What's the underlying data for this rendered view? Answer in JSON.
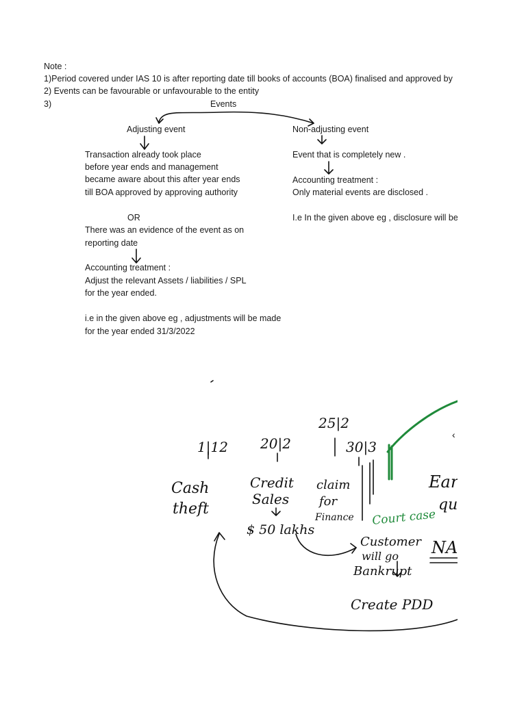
{
  "note": {
    "heading": "Note :",
    "point1": "1)Period covered under IAS 10 is after reporting date till books of accounts (BOA) finalised and approved by",
    "point2": "2) Events can be favourable or unfavourable to the entity",
    "point3_marker": "3)"
  },
  "events": {
    "title": "Events",
    "adjusting": {
      "heading": "Adjusting event",
      "lines": [
        "Transaction already took place",
        "before year ends and management",
        "became aware about this after year ends",
        "till BOA approved by approving authority"
      ],
      "or_label": "OR",
      "alt_lines": [
        "There was an evidence of the event as on",
        "reporting date"
      ],
      "treatment_heading": "Accounting treatment :",
      "treatment_lines": [
        "Adjust the relevant Assets / liabilities / SPL",
        "for the year ended."
      ],
      "example_lines": [
        "i.e in the given above eg , adjustments will be made",
        "for the year ended 31/3/2022"
      ]
    },
    "non_adjusting": {
      "heading": "Non-adjusting event",
      "line1": "Event that is completely new .",
      "treatment_heading": "Accounting treatment :",
      "treatment_line": "Only material events are disclosed .",
      "example_line": "I.e In the given above eg , disclosure will be"
    }
  },
  "handwriting": {
    "date1": "1|12",
    "date2": "20|2",
    "date3": "25|2",
    "date4": "30|3",
    "cash_theft": [
      "Cash",
      "theft"
    ],
    "credit_sales": [
      "Credit",
      "Sales"
    ],
    "amount": "$ 50 lakhs",
    "claim": [
      "claim",
      "for",
      "Finance"
    ],
    "customer": [
      "Customer",
      "will go",
      "Bankrupt"
    ],
    "create_pdd": "Create PDD",
    "court_case": "Court case",
    "cut_off_1": "Ear",
    "cut_off_2": "qu",
    "cut_off_3": "NA",
    "ink_color": "#111111",
    "green_ink": "#1f8a3a"
  }
}
